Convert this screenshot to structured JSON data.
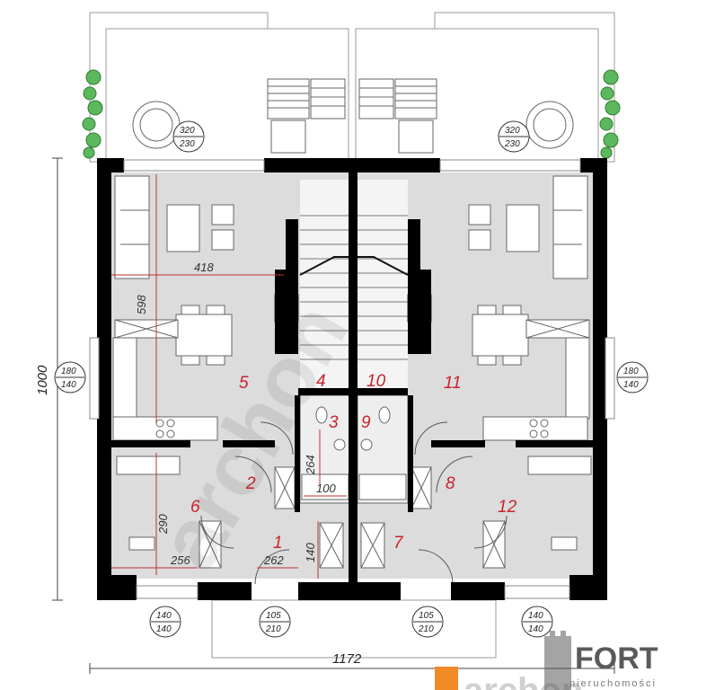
{
  "rooms": [
    "1",
    "2",
    "3",
    "4",
    "5",
    "6",
    "7",
    "8",
    "9",
    "10",
    "11",
    "12"
  ],
  "dimensions": {
    "total_width": "1172",
    "total_height": "1000",
    "living_width": "418",
    "living_depth": "598",
    "bedroom_depth": "290",
    "bedroom_width": "256",
    "hall_width": "262",
    "hall_depth": "140",
    "bath_depth": "264",
    "shower_width": "100"
  },
  "openings": {
    "terrace_left": [
      "320",
      "230"
    ],
    "terrace_right": [
      "320",
      "230"
    ],
    "side_left": [
      "180",
      "140"
    ],
    "side_right": [
      "180",
      "140"
    ],
    "bottom_left": [
      "140",
      "140"
    ],
    "door_left": [
      "105",
      "210"
    ],
    "door_right": [
      "105",
      "210"
    ],
    "bottom_right": [
      "140",
      "140"
    ]
  },
  "watermark": "archon",
  "logo": {
    "word": "FORT",
    "sub": "nieruchomości"
  },
  "brand_fragment": "archon",
  "colors": {
    "wall": "#000000",
    "floor": "#dcdcdc",
    "room_num": "#c8232c",
    "plant": "#5cb85c",
    "fire": "#f5c400"
  }
}
